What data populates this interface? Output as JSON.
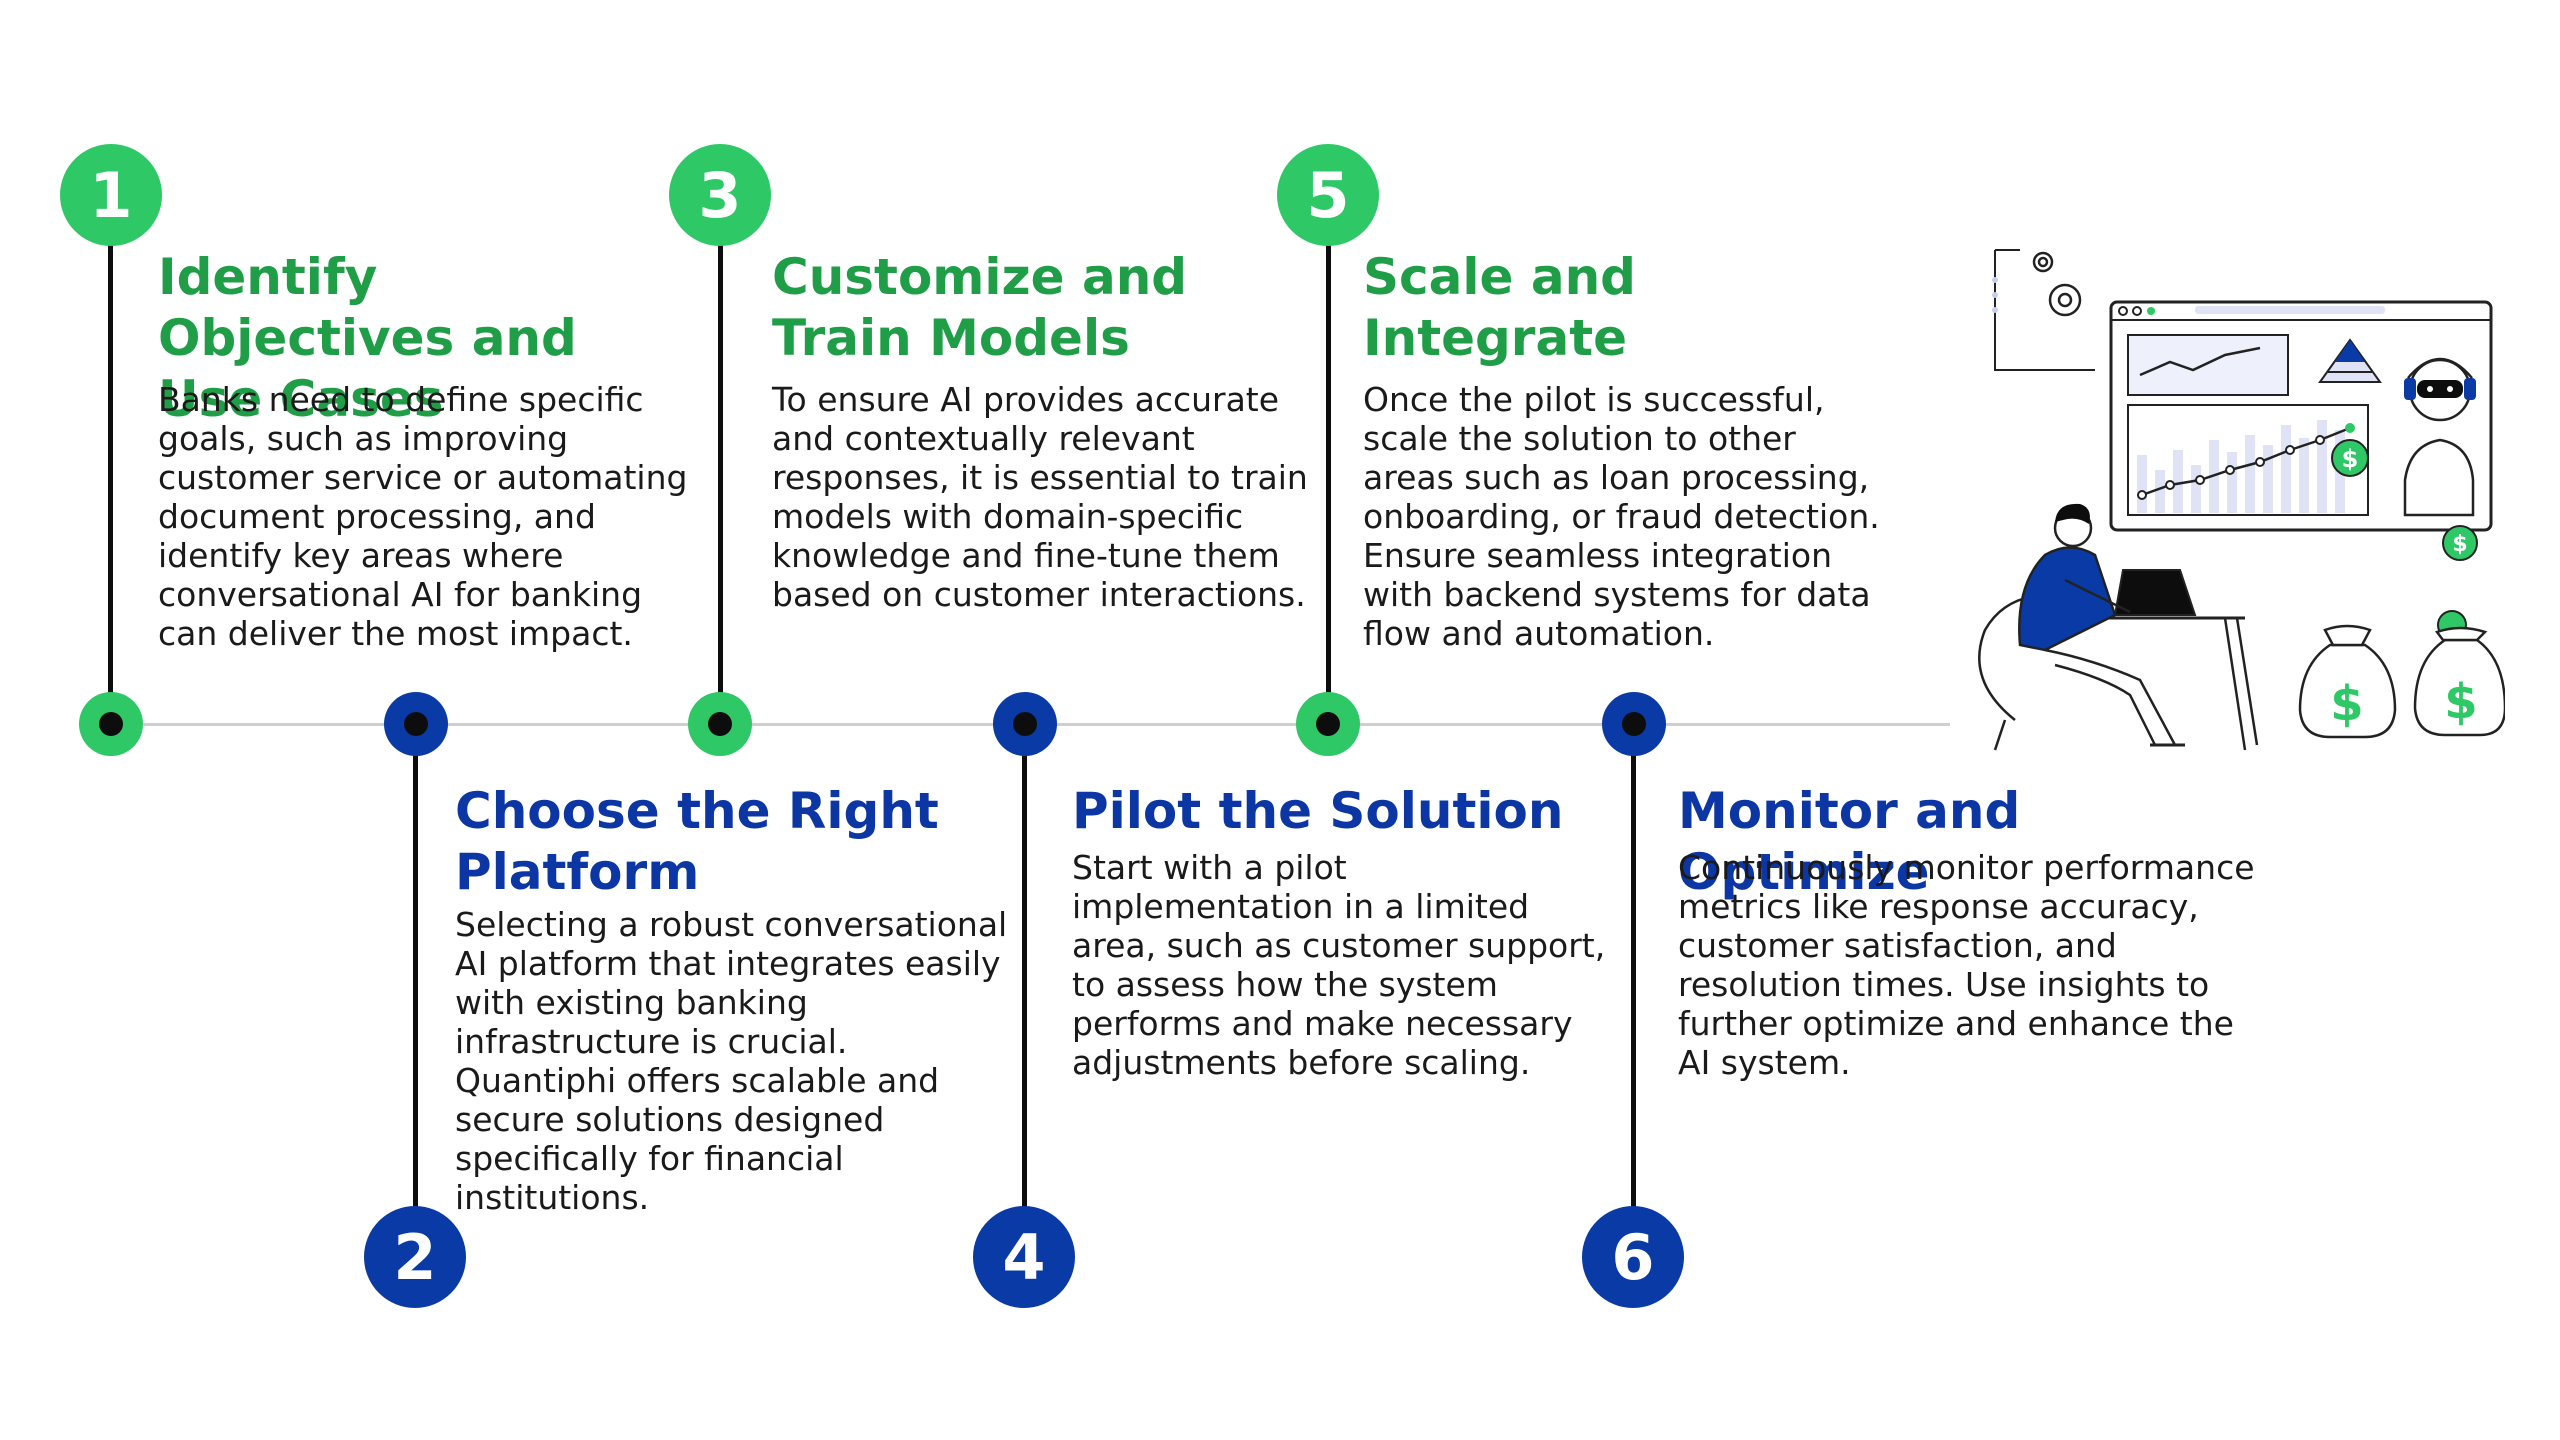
{
  "steps": [
    {
      "number": "1",
      "title": "Identify Objectives and Use Cases",
      "text": "Banks need to define specific goals, such as improving customer service or automating document processing, and identify key areas where conversational AI for banking can deliver the most impact."
    },
    {
      "number": "2",
      "title": "Choose the Right Platform",
      "text": "Selecting a robust conversational AI platform that integrates easily with existing banking infrastructure is crucial. Quantiphi offers scalable and secure solutions designed specifically for financial institutions."
    },
    {
      "number": "3",
      "title": "Customize and Train Models",
      "text": "To ensure AI provides accurate and contextually relevant responses, it is essential to train models with domain-specific knowledge and fine-tune them based on customer interactions."
    },
    {
      "number": "4",
      "title": "Pilot the Solution",
      "text": "Start with a pilot implementation in a limited area, such as customer support, to assess how the system performs and make necessary adjustments before scaling."
    },
    {
      "number": "5",
      "title": "Scale and Integrate",
      "text": "Once the pilot is successful, scale the solution to other areas such as loan processing, onboarding, or fraud detection. Ensure seamless integration with backend systems for data flow and automation."
    },
    {
      "number": "6",
      "title": "Monitor and Optimize",
      "text": "Continuously monitor performance metrics like response accuracy, customer satisfaction, and resolution times. Use insights to further optimize and enhance the AI system."
    }
  ],
  "colors": {
    "green": "#2ec866",
    "green_text": "#1f9e47",
    "blue": "#0a3aa6",
    "blue_text": "#0b36a3"
  },
  "illustration": {
    "dollar_sign": "$",
    "icon": "person-with-laptop-and-ai-dashboard-illustration"
  }
}
